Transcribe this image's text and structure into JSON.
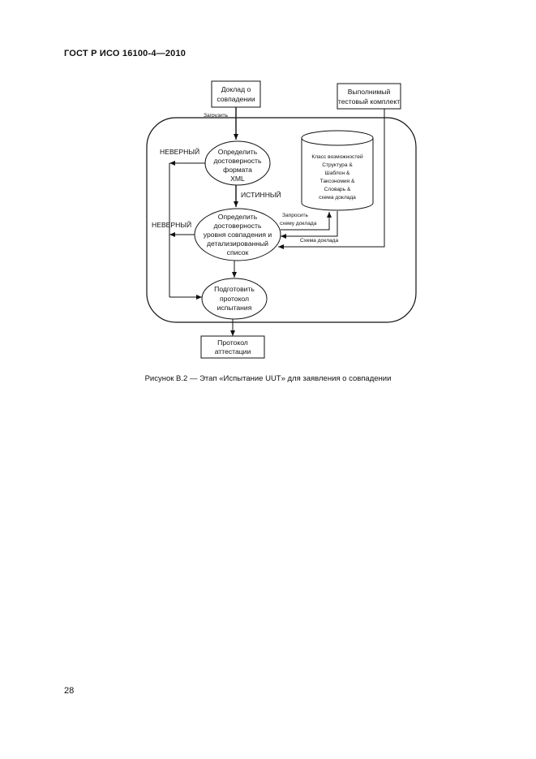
{
  "header": {
    "doc_code": "ГОСТ Р ИСО 16100-4—2010"
  },
  "footer": {
    "page_number": "28"
  },
  "caption": "Рисунок B.2 — Этап «Испытание UUT» для заявления о совпадении",
  "diagram": {
    "report_box": [
      "Доклад о",
      "совпадении"
    ],
    "kit_box": [
      "Выполнимый",
      "тестовый комплект"
    ],
    "load_label": "Загрузить",
    "node_xml": [
      "Определить",
      "достоверность",
      "формата",
      "XML"
    ],
    "node_level": [
      "Определить",
      "достоверность",
      "уровня совпадения и",
      "детализированный",
      "список"
    ],
    "node_protocol": [
      "Подготовить",
      "протокол",
      "испытания"
    ],
    "db": [
      "Класс возможностей",
      "Структура &",
      "Шаблон &",
      "Таксономия &",
      "Словарь &",
      "схема доклада"
    ],
    "false_label_1": "НЕВЕРНЫЙ",
    "false_label_2": "НЕВЕРНЫЙ",
    "true_label": "ИСТИННЫЙ",
    "request_schema": [
      "Запросить",
      "схему доклада"
    ],
    "report_schema": "Схема доклада",
    "output_box": [
      "Протокол",
      "аттестации"
    ]
  }
}
